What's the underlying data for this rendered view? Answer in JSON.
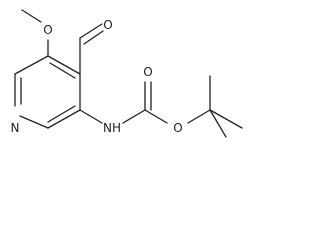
{
  "molecule": {
    "atoms": {
      "aldehyde_oxygen": "O",
      "methoxy_oxygen": "O",
      "ring_nitrogen": "N",
      "amine": "NH",
      "carbonyl_oxygen": "O",
      "ester_oxygen": "O"
    }
  },
  "colors": {
    "ink": "#231f20",
    "background": "#ffffff"
  }
}
